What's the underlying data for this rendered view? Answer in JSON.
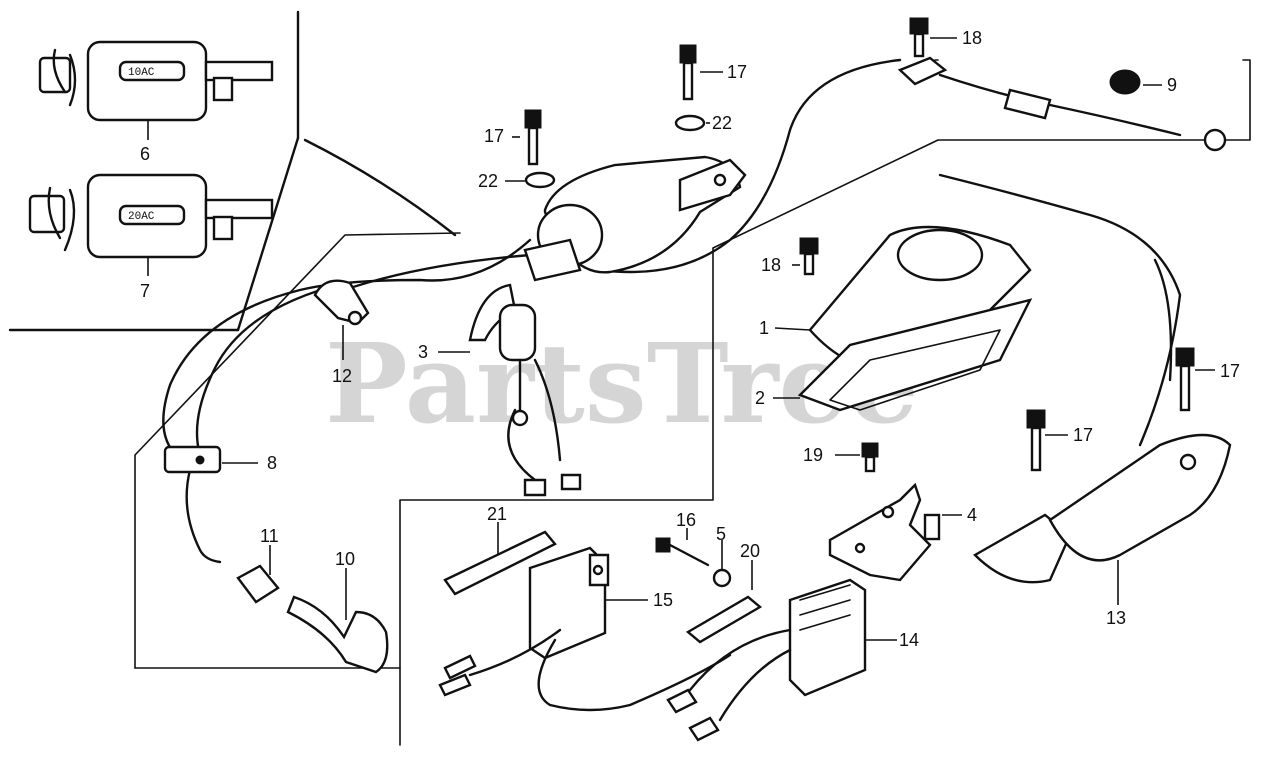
{
  "watermark": "PartsTree",
  "coil_tags": {
    "coil_6": "10AC",
    "coil_7": "20AC"
  },
  "labels": {
    "l1": "1",
    "l2": "2",
    "l3": "3",
    "l4": "4",
    "l5": "5",
    "l6": "6",
    "l7": "7",
    "l8": "8",
    "l9": "9",
    "l10": "10",
    "l11": "11",
    "l12": "12",
    "l13": "13",
    "l14": "14",
    "l15": "15",
    "l16": "16",
    "l17a": "17",
    "l17b": "17",
    "l17c": "17",
    "l17d": "17",
    "l18a": "18",
    "l18b": "18",
    "l19": "19",
    "l20": "20",
    "l21": "21",
    "l22a": "22",
    "l22b": "22"
  }
}
